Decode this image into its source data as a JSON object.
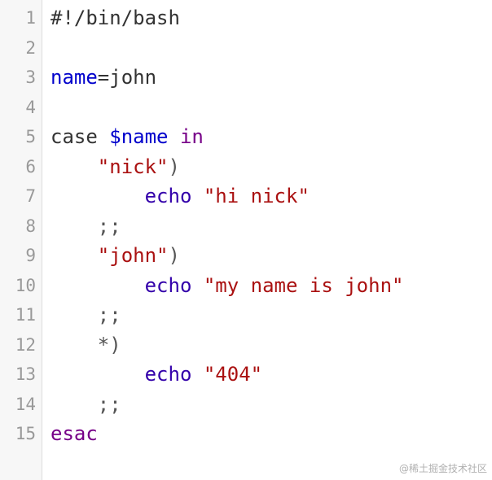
{
  "colors": {
    "variable": "#0000cc",
    "keyword": "#770088",
    "string": "#aa1111",
    "builtin": "#3300aa",
    "plain": "#333333",
    "gutter_bg": "#f7f7f7",
    "line_number": "#999999"
  },
  "lines": [
    {
      "num": "1",
      "tokens": [
        {
          "t": "plain",
          "v": "#!/bin/bash"
        }
      ]
    },
    {
      "num": "2",
      "tokens": []
    },
    {
      "num": "3",
      "tokens": [
        {
          "t": "var",
          "v": "name"
        },
        {
          "t": "op",
          "v": "="
        },
        {
          "t": "plain",
          "v": "john"
        }
      ]
    },
    {
      "num": "4",
      "tokens": []
    },
    {
      "num": "5",
      "tokens": [
        {
          "t": "plain",
          "v": "case "
        },
        {
          "t": "var",
          "v": "$name"
        },
        {
          "t": "plain",
          "v": " "
        },
        {
          "t": "kw",
          "v": "in"
        }
      ]
    },
    {
      "num": "6",
      "tokens": [
        {
          "t": "plain",
          "v": "    "
        },
        {
          "t": "str",
          "v": "\"nick\""
        },
        {
          "t": "punc",
          "v": ")"
        }
      ]
    },
    {
      "num": "7",
      "tokens": [
        {
          "t": "plain",
          "v": "        "
        },
        {
          "t": "bi",
          "v": "echo"
        },
        {
          "t": "plain",
          "v": " "
        },
        {
          "t": "str",
          "v": "\"hi nick\""
        }
      ]
    },
    {
      "num": "8",
      "tokens": [
        {
          "t": "plain",
          "v": "    "
        },
        {
          "t": "punc",
          "v": ";;"
        }
      ]
    },
    {
      "num": "9",
      "tokens": [
        {
          "t": "plain",
          "v": "    "
        },
        {
          "t": "str",
          "v": "\"john\""
        },
        {
          "t": "punc",
          "v": ")"
        }
      ]
    },
    {
      "num": "10",
      "tokens": [
        {
          "t": "plain",
          "v": "        "
        },
        {
          "t": "bi",
          "v": "echo"
        },
        {
          "t": "plain",
          "v": " "
        },
        {
          "t": "str",
          "v": "\"my name is john\""
        }
      ]
    },
    {
      "num": "11",
      "tokens": [
        {
          "t": "plain",
          "v": "    "
        },
        {
          "t": "punc",
          "v": ";;"
        }
      ]
    },
    {
      "num": "12",
      "tokens": [
        {
          "t": "plain",
          "v": "    "
        },
        {
          "t": "punc",
          "v": "*)"
        }
      ]
    },
    {
      "num": "13",
      "tokens": [
        {
          "t": "plain",
          "v": "        "
        },
        {
          "t": "bi",
          "v": "echo"
        },
        {
          "t": "plain",
          "v": " "
        },
        {
          "t": "str",
          "v": "\"404\""
        }
      ]
    },
    {
      "num": "14",
      "tokens": [
        {
          "t": "plain",
          "v": "    "
        },
        {
          "t": "punc",
          "v": ";;"
        }
      ]
    },
    {
      "num": "15",
      "tokens": [
        {
          "t": "kw",
          "v": "esac"
        }
      ]
    }
  ],
  "watermark": "@稀土掘金技术社区"
}
